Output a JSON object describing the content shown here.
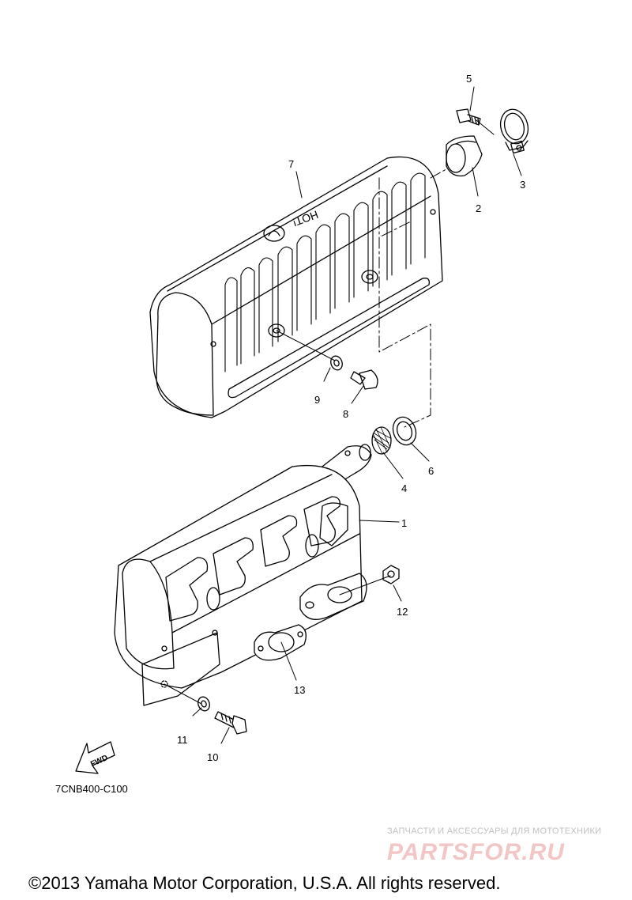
{
  "diagram": {
    "parts": [
      {
        "number": "1"
      },
      {
        "number": "2"
      },
      {
        "number": "3"
      },
      {
        "number": "4"
      },
      {
        "number": "5"
      },
      {
        "number": "6"
      },
      {
        "number": "7"
      },
      {
        "number": "8"
      },
      {
        "number": "9"
      },
      {
        "number": "10"
      },
      {
        "number": "11"
      },
      {
        "number": "12"
      },
      {
        "number": "13"
      }
    ],
    "fwd_label": "FWD",
    "hot_label": "HOT!",
    "diagram_code": "7CNB400-C100"
  },
  "watermark": {
    "tagline": "ЗАПЧАСТИ И АКСЕССУАРЫ ДЛЯ МОТОТЕХНИКИ",
    "logo_text": "PARTSFOR.RU"
  },
  "footer": {
    "copyright": "©2013 Yamaha Motor Corporation, U.S.A. All rights reserved."
  }
}
